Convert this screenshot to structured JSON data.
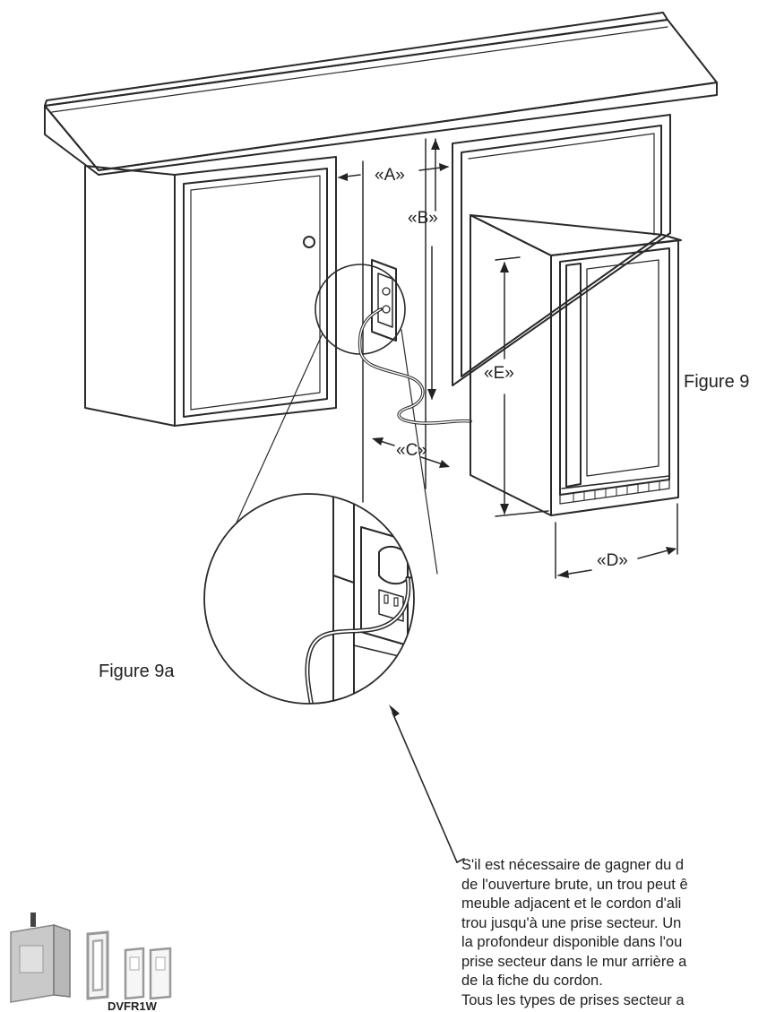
{
  "labels": {
    "a": "«A»",
    "b": "«B»",
    "c": "«C»",
    "d": "«D»",
    "e": "«E»",
    "figure_main": "Figure 9",
    "figure_detail": "Figure 9a"
  },
  "note": {
    "lines": [
      "S'il est nécessaire de gagner du d",
      "de l'ouverture brute, un trou peut ê",
      "meuble adjacent et le cordon d'ali",
      "trou jusqu'à une prise secteur. Un",
      "la profondeur disponible dans l'ou",
      "prise secteur dans le mur arrière a",
      "de la fiche du cordon.",
      "Tous les types de prises secteur a"
    ]
  },
  "product": {
    "model": "DVFR1W"
  }
}
